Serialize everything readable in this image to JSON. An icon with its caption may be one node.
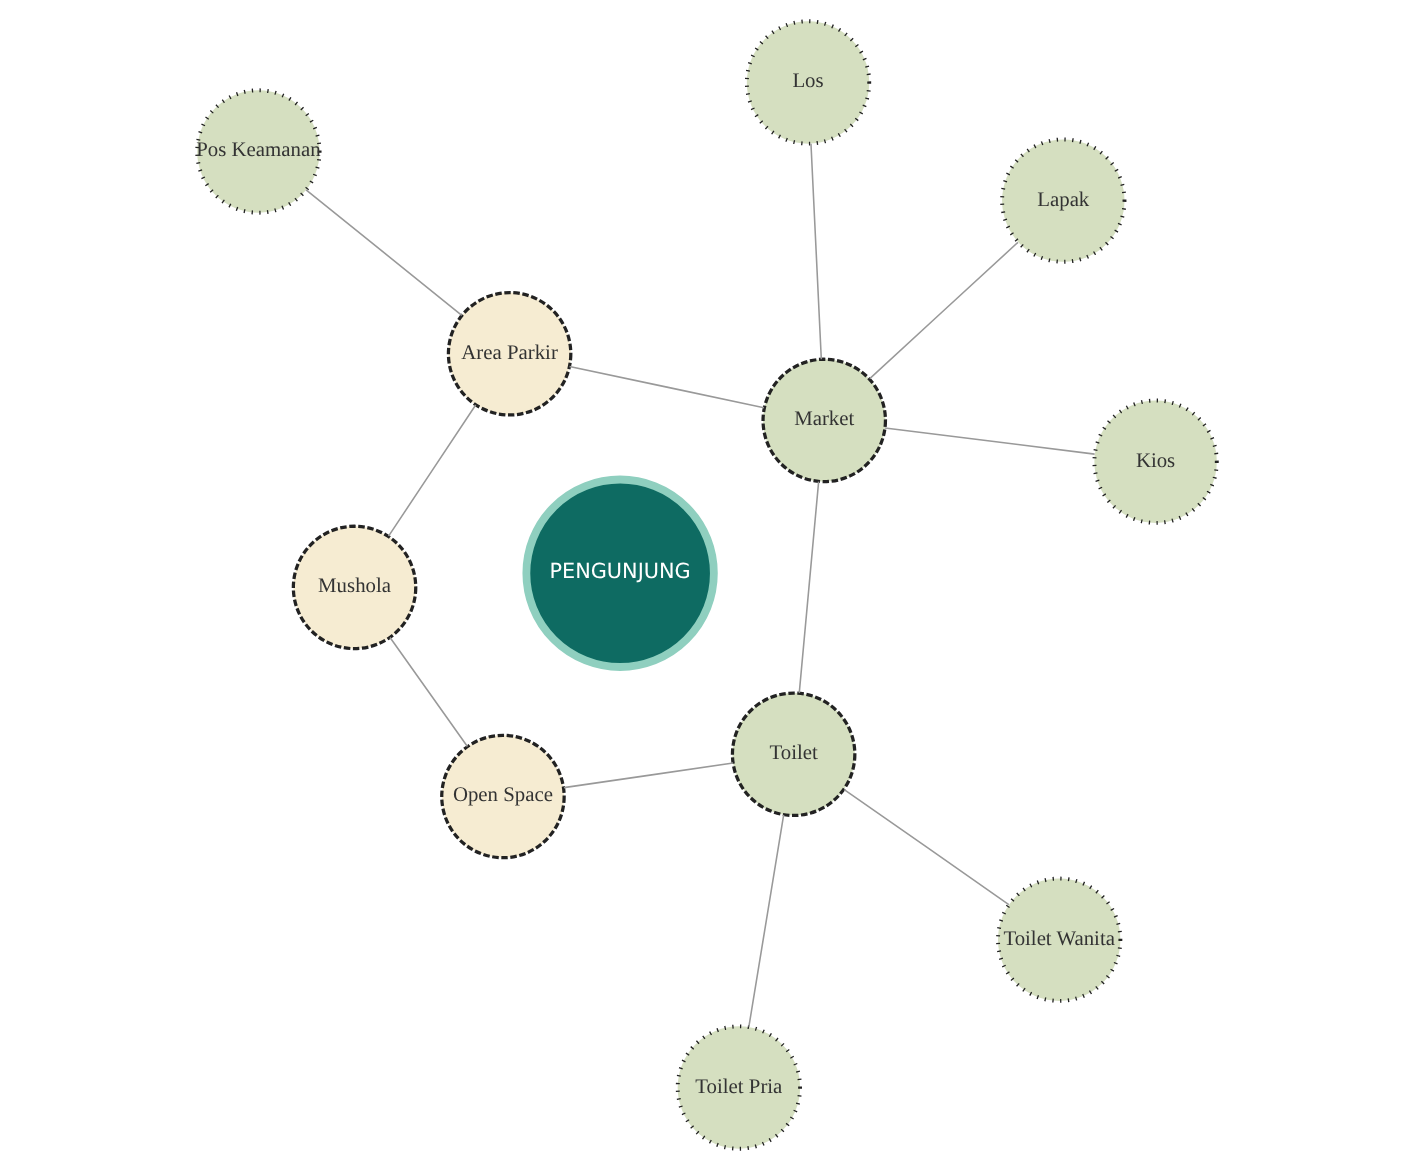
{
  "diagram": {
    "nodes": [
      {
        "text": [
          "PENGUNJUNG"
        ]
      },
      {
        "text": [
          "Market"
        ]
      },
      {
        "text": [
          "Kios"
        ]
      },
      {
        "text": [
          "Los"
        ]
      },
      {
        "text": [
          "Lapak"
        ]
      },
      {
        "text": [
          "Toilet"
        ]
      },
      {
        "text": [
          "Toilet Pria"
        ]
      },
      {
        "text": [
          "Toilet Wanita"
        ]
      },
      {
        "text": [
          "Open Space"
        ]
      },
      {
        "text": [
          "Mushola"
        ]
      },
      {
        "text": [
          "Area Parkir"
        ]
      },
      {
        "text": [
          "Pos Keamanan"
        ]
      }
    ],
    "edges": [
      {
        "from": 1,
        "to": 5,
        "arrow": "none"
      },
      {
        "from": 5,
        "to": 8,
        "arrow": "none"
      },
      {
        "from": 8,
        "to": 9,
        "arrow": "none"
      },
      {
        "from": 9,
        "to": 10,
        "arrow": "none"
      },
      {
        "from": 10,
        "to": 1,
        "arrow": "none"
      },
      {
        "from": 1,
        "to": 2,
        "arrow": "none"
      },
      {
        "from": 1,
        "to": 3,
        "arrow": "none"
      },
      {
        "from": 1,
        "to": 4,
        "arrow": "none"
      },
      {
        "from": 5,
        "to": 6,
        "arrow": "none"
      },
      {
        "from": 5,
        "to": 7,
        "arrow": "none"
      },
      {
        "from": 10,
        "to": 11,
        "arrow": "none"
      }
    ]
  }
}
